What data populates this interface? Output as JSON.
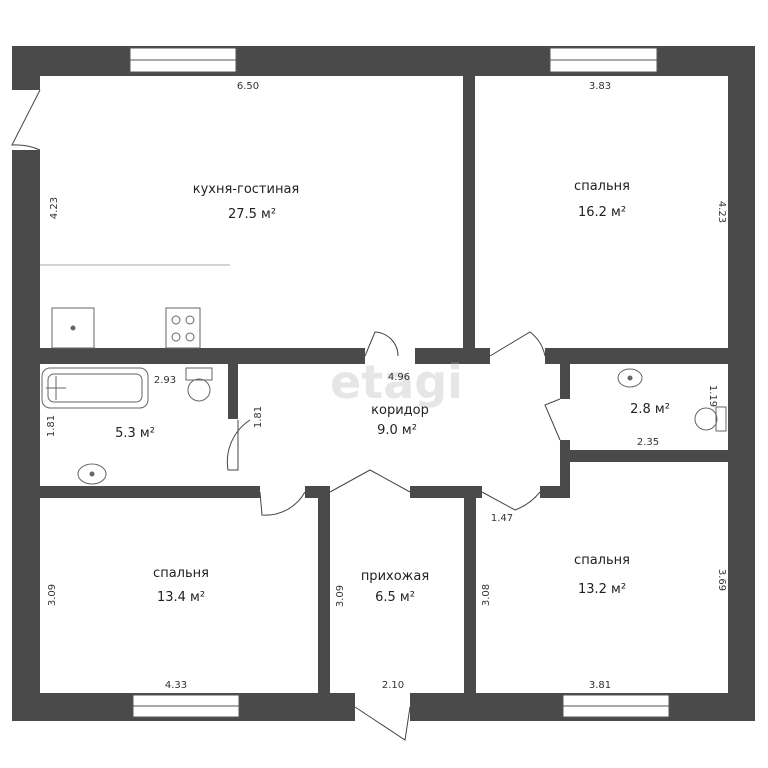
{
  "watermark": "etagi",
  "area_unit": "м²",
  "rooms": {
    "kitchen": {
      "name": "кухня-гостиная",
      "area": "27.5 м²"
    },
    "bedroom_ne": {
      "name": "спальня",
      "area": "16.2 м²"
    },
    "bathroom": {
      "name": "",
      "area": "5.3 м²"
    },
    "corridor": {
      "name": "коридор",
      "area": "9.0 м²"
    },
    "wc": {
      "name": "",
      "area": "2.8 м²"
    },
    "bedroom_sw": {
      "name": "спальня",
      "area": "13.4 м²"
    },
    "hall": {
      "name": "прихожая",
      "area": "6.5 м²"
    },
    "bedroom_se": {
      "name": "спальня",
      "area": "13.2 м²"
    }
  },
  "dimensions": {
    "kitchen_width": "6.50",
    "kitchen_height": "4.23",
    "bedroom_ne_width": "3.83",
    "bedroom_ne_height": "4.23",
    "bathroom_width": "2.93",
    "bathroom_height": "1.81",
    "corridor_width": "4.96",
    "corridor_height": "1.81",
    "wc_height": "1.19",
    "wc_width": "2.35",
    "corridor_right": "1.47",
    "bedroom_sw_height": "3.09",
    "bedroom_sw_width": "4.33",
    "hall_height": "3.09",
    "hall_width": "2.10",
    "bedroom_se_left": "3.08",
    "bedroom_se_right": "3.69",
    "bedroom_se_width": "3.81"
  }
}
